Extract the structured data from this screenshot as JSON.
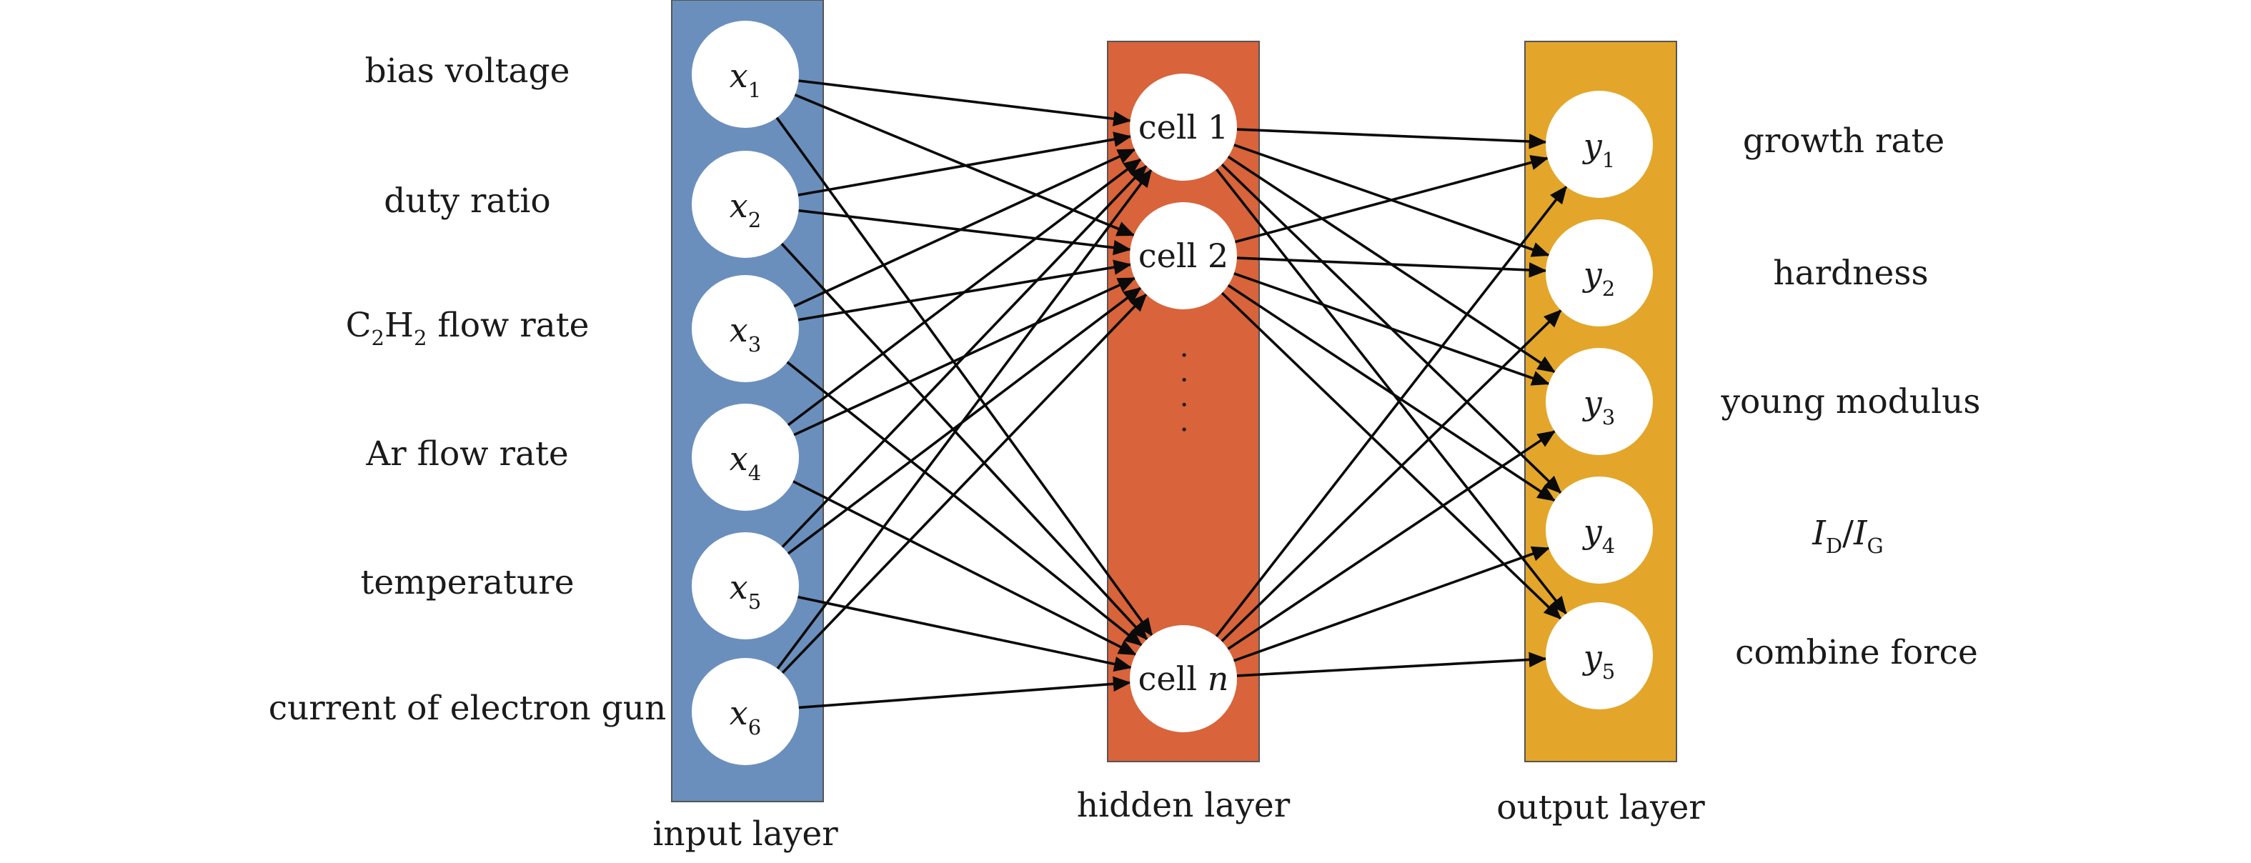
{
  "colors": {
    "input_panel": "#6a8fbd",
    "hidden_panel": "#d9633a",
    "output_panel": "#e3a62a",
    "panel_border": "#555555",
    "node_fill": "#ffffff",
    "edge": "#0a0a0a"
  },
  "layers": {
    "input": {
      "label": "input layer",
      "nodes": [
        {
          "var": "x",
          "sub": "1"
        },
        {
          "var": "x",
          "sub": "2"
        },
        {
          "var": "x",
          "sub": "3"
        },
        {
          "var": "x",
          "sub": "4"
        },
        {
          "var": "x",
          "sub": "5"
        },
        {
          "var": "x",
          "sub": "6"
        }
      ]
    },
    "hidden": {
      "label": "hidden layer",
      "nodes": [
        {
          "text": "cell",
          "num": "1"
        },
        {
          "text": "cell",
          "num": "2"
        },
        {
          "text": "cell",
          "num": "n"
        }
      ],
      "ellipsis": "····"
    },
    "output": {
      "label": "output layer",
      "nodes": [
        {
          "var": "y",
          "sub": "1"
        },
        {
          "var": "y",
          "sub": "2"
        },
        {
          "var": "y",
          "sub": "3"
        },
        {
          "var": "y",
          "sub": "4"
        },
        {
          "var": "y",
          "sub": "5"
        }
      ]
    }
  },
  "input_features": {
    "f1": "bias voltage",
    "f2": "duty ratio",
    "f3": {
      "c": "C",
      "c_sub": "2",
      "h": "H",
      "h_sub": "2",
      "rest": " flow rate"
    },
    "f4": "Ar flow rate",
    "f5": "temperature",
    "f6": "current of electron gun"
  },
  "output_targets": {
    "t1": "growth rate",
    "t2": "hardness",
    "t3": "young modulus",
    "t4": {
      "a": "I",
      "a_sub": "D",
      "slash": "/",
      "b": "I",
      "b_sub": "G"
    },
    "t5": "combine force"
  }
}
